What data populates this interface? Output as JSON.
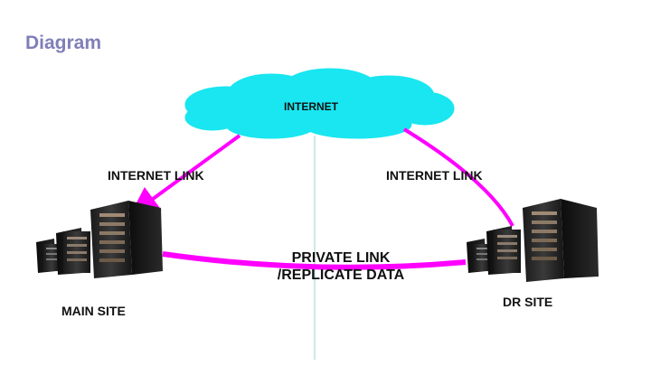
{
  "slide": {
    "title": "Diagram"
  },
  "diagram": {
    "nodes": {
      "internet": "INTERNET",
      "main_site": "MAIN SITE",
      "dr_site": "DR SITE"
    },
    "edges": {
      "internet_link_left": "INTERNET LINK",
      "internet_link_right": "INTERNET LINK",
      "private_link_line1": "PRIVATE LINK",
      "private_link_line2": "/REPLICATE DATA"
    },
    "colors": {
      "cloud_fill": "#19e6f0",
      "link_color": "#ff00ff",
      "title_color": "#7f7fb8",
      "divider_color": "#9fd0d0"
    }
  }
}
